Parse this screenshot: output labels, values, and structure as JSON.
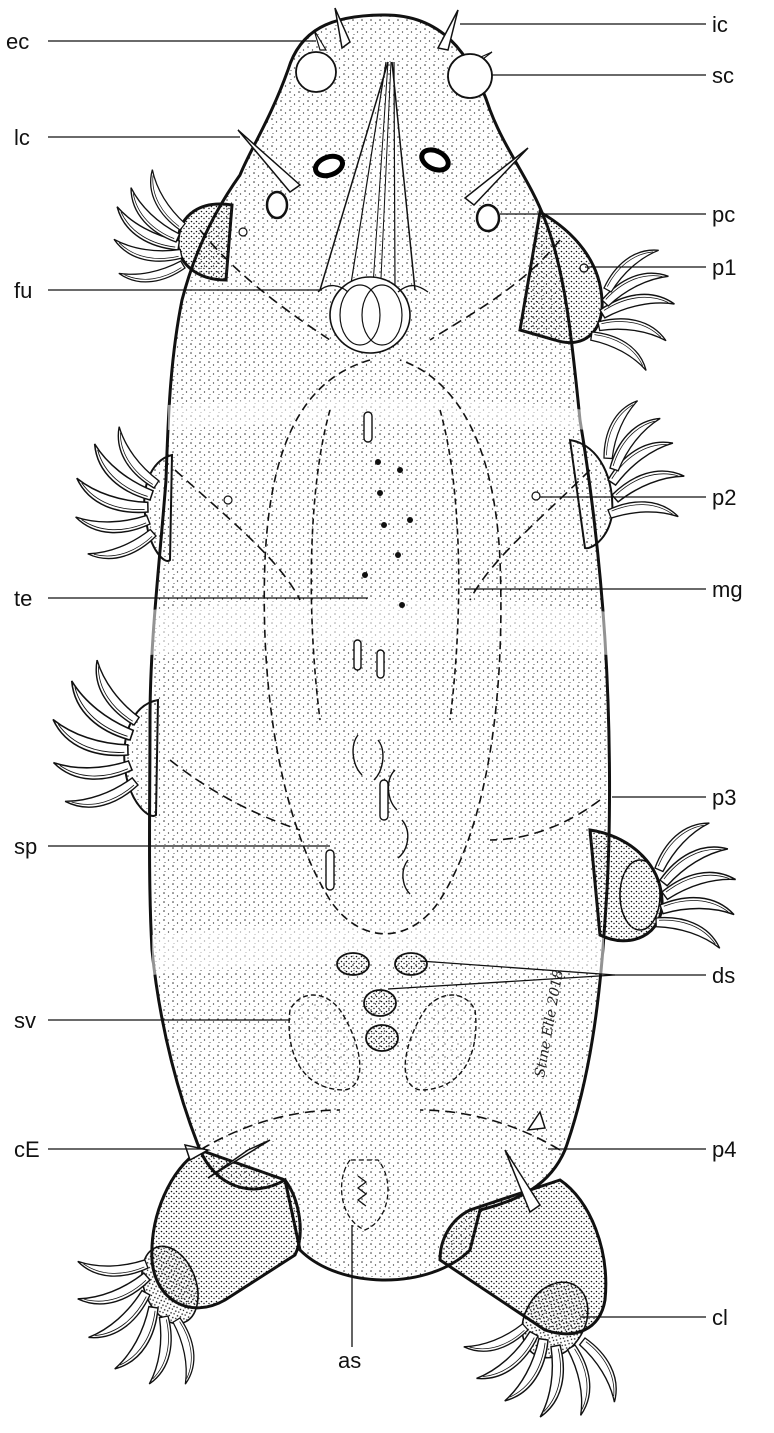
{
  "figure": {
    "signature": "Stine Elle 2018",
    "labels": {
      "ec": "ec",
      "ic": "ic",
      "sc": "sc",
      "lc": "lc",
      "pc": "pc",
      "fu": "fu",
      "p1": "p1",
      "p2": "p2",
      "te": "te",
      "mg": "mg",
      "p3": "p3",
      "sp": "sp",
      "ds": "ds",
      "sv": "sv",
      "cE": "cE",
      "p4": "p4",
      "cl": "cl",
      "as": "as"
    }
  }
}
